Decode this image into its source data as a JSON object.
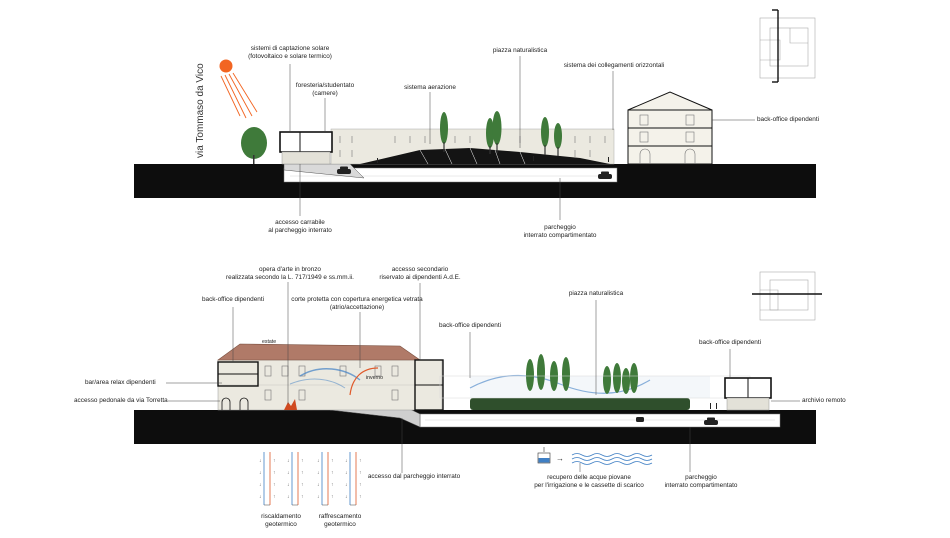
{
  "section_top": {
    "street_label": "via Tommaso da Vico",
    "labels": {
      "solar_l1": "sistemi di captazione solare",
      "solar_l2": "(fotovoltaico e solare termico)",
      "guest_l1": "foresteria/studentato",
      "guest_l2": "(camere)",
      "aeration": "sistema aerazione",
      "piazza": "piazza naturalistica",
      "links": "sistema dei collegamenti orizzontali",
      "backoffice": "back-office dipendenti",
      "access_l1": "accesso carrabile",
      "access_l2": "al parcheggio interrato",
      "parking_l1": "parcheggio",
      "parking_l2": "interrato compartimentato"
    }
  },
  "section_bottom": {
    "labels": {
      "art_l1": "opera d'arte in bronzo",
      "art_l2": "realizzata secondo la L. 717/1949 e ss.mm.ii.",
      "side_access_l1": "accesso secondario",
      "side_access_l2": "riservato ai dipendenti A.d.E.",
      "backoffice_left": "back-office dipendenti",
      "court_l1": "corte protetta con copertura energetica vetrata",
      "court_l2": "(atrio/accettazione)",
      "piazza": "piazza naturalistica",
      "backoffice_mid": "back-office dipendenti",
      "backoffice_right": "back-office dipendenti",
      "estate": "estate",
      "inverno": "inverno",
      "bar": "bar/area relax dipendenti",
      "pedestrian": "accesso pedonale da via Torretta",
      "archive": "archivio remoto",
      "from_parking": "accesso dal parcheggio interrato",
      "rain_l1": "recupero delle acque piovane",
      "rain_l2": "per l'irrigazione e le cassette di scarico",
      "parking_l1": "parcheggio",
      "parking_l2": "interrato compartimentato",
      "heat_l1": "riscaldamento",
      "heat_l2": "geotermico",
      "cool_l1": "raffrescamento",
      "cool_l2": "geotermico"
    }
  },
  "colors": {
    "ground": "#0d0d0d",
    "building_fill": "#ebe9e0",
    "roof": "#b07a68",
    "tree": "#3f7a3a",
    "sun": "#f26522",
    "heat": "#e05a2b",
    "cool": "#3f7fc4",
    "leader": "#444444"
  }
}
